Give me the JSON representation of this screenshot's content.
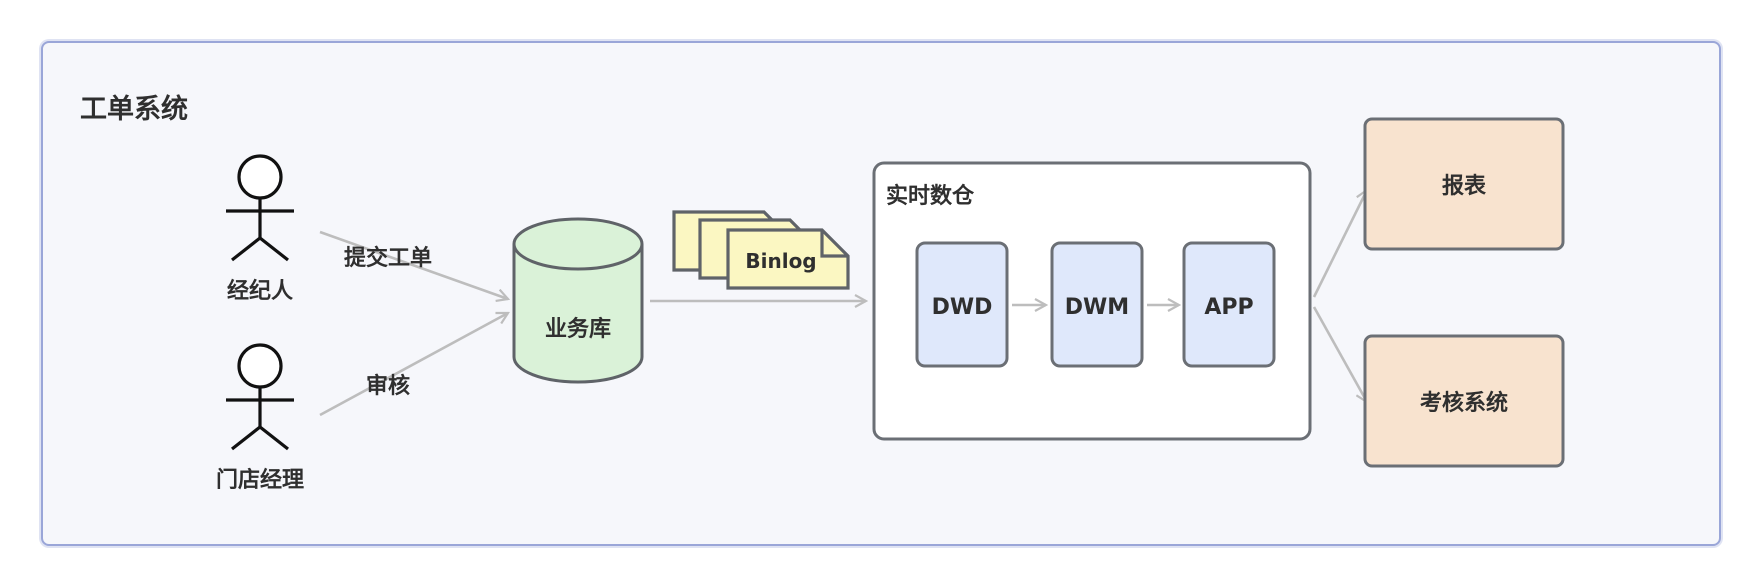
{
  "title": "工单系统",
  "actors": [
    {
      "label": "经纪人"
    },
    {
      "label": "门店经理"
    }
  ],
  "edges": {
    "submit_label": "提交工单",
    "review_label": "审核"
  },
  "database": {
    "label": "业务库"
  },
  "binlog": {
    "label": "Binlog"
  },
  "warehouse": {
    "title": "实时数仓",
    "stages": [
      "DWD",
      "DWM",
      "APP"
    ]
  },
  "outputs": [
    "报表",
    "考核系统"
  ],
  "colors": {
    "frame_border": "#9aa6d8",
    "db_fill": "#daf2d8",
    "binlog_fill": "#fbf7c2",
    "stage_fill": "#dfe8fb",
    "output_fill": "#f8e3cf",
    "arrow": "#bdbdbd"
  }
}
